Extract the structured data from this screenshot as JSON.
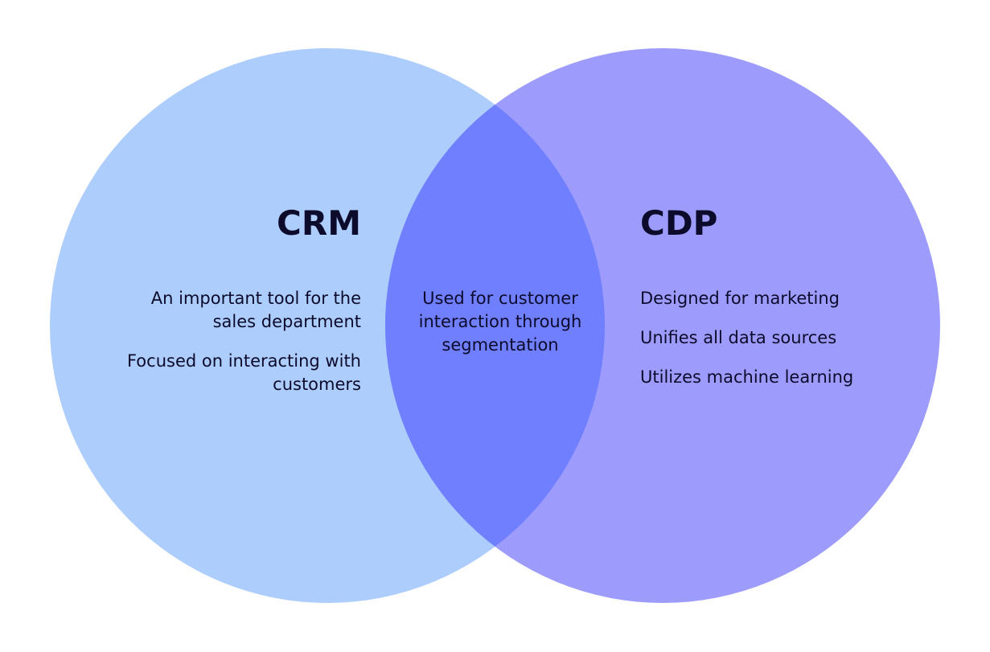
{
  "diagram": {
    "type": "venn",
    "colors": {
      "left_circle": "#adcdfc",
      "right_circle": "#9d9cfc",
      "overlap": "#6f7ffd",
      "text": "#0d0b2b"
    },
    "left": {
      "title": "CRM",
      "items": [
        "An important tool for the sales department",
        "Focused on interacting with customers"
      ]
    },
    "overlap": {
      "text": "Used for customer interaction through segmentation"
    },
    "right": {
      "title": "CDP",
      "items": [
        "Designed for marketing",
        "Unifies all data sources",
        "Utilizes machine learning"
      ]
    }
  }
}
